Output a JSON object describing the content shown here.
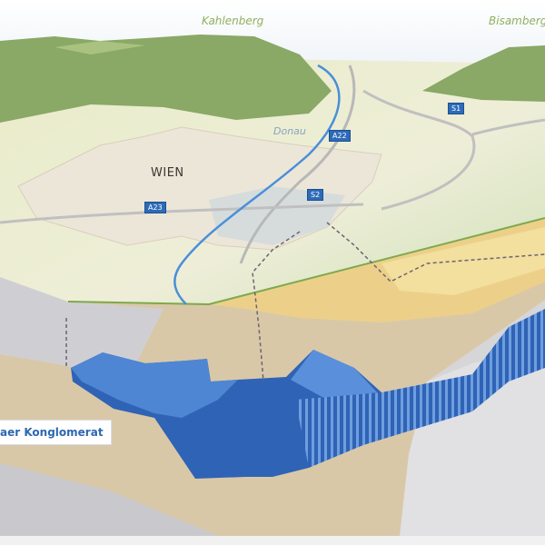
{
  "labels": {
    "hill_left": "Kahlenberg",
    "hill_right": "Bisamberg",
    "river": "Donau",
    "city": "WIEN",
    "layer": "aer Konglomerat"
  },
  "road_signs": [
    "A22",
    "S1",
    "S2",
    "A23"
  ],
  "colors": {
    "hill": "#8aa866",
    "surface": "#eef0d8",
    "river": "#4a8fd8",
    "sand": "#ecd08a",
    "clay": "#d9c8a8",
    "rock": "#d6d6d8",
    "aquifer": "#2f63b5",
    "aquifer_light": "#4f86d3",
    "border": "#7ea94c"
  }
}
